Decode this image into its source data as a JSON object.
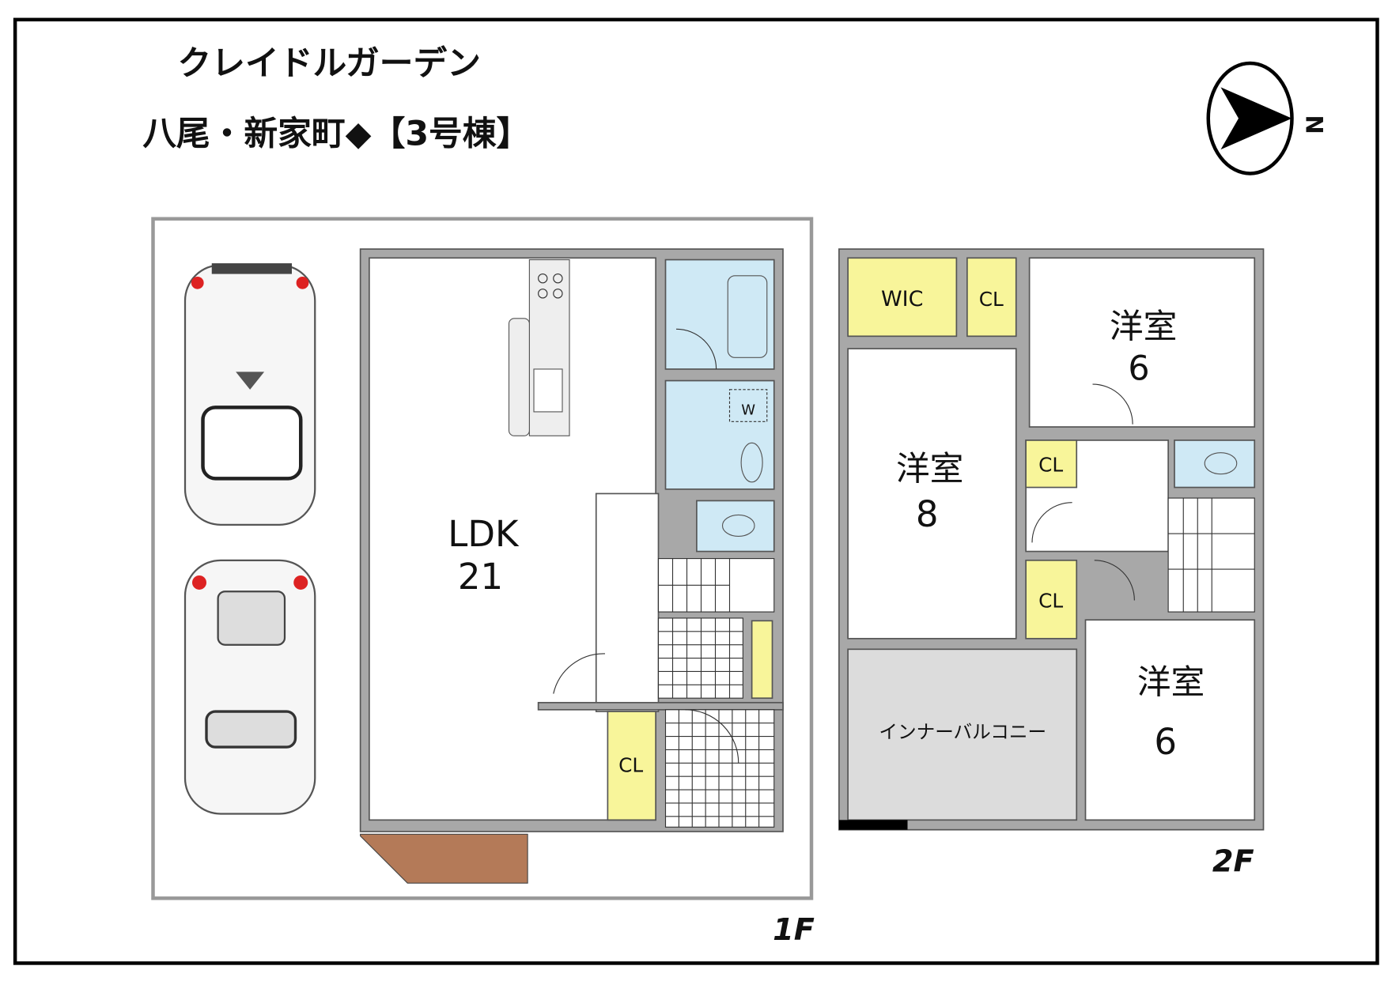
{
  "header": {
    "title_line1": "クレイドルガーデン",
    "title_line2": "八尾・新家町◆【3号棟】"
  },
  "compass": {
    "label": "N"
  },
  "floor1": {
    "label": "1F",
    "rooms": {
      "ldk_name": "LDK",
      "ldk_size": "21",
      "closet": "CL",
      "washer": "W"
    }
  },
  "floor2": {
    "label": "2F",
    "rooms": {
      "wic": "WIC",
      "cl_top": "CL",
      "room_ne_name": "洋室",
      "room_ne_size": "6",
      "room_w_name": "洋室",
      "room_w_size": "8",
      "cl_mid": "CL",
      "cl_low": "CL",
      "balcony": "インナーバルコニー",
      "room_se_name": "洋室",
      "room_se_size": "6"
    }
  },
  "colors": {
    "wet_area": "#cfe9f5",
    "storage": "#f8f59a",
    "porch": "#b47a58",
    "balcony": "#dcdcdc"
  }
}
